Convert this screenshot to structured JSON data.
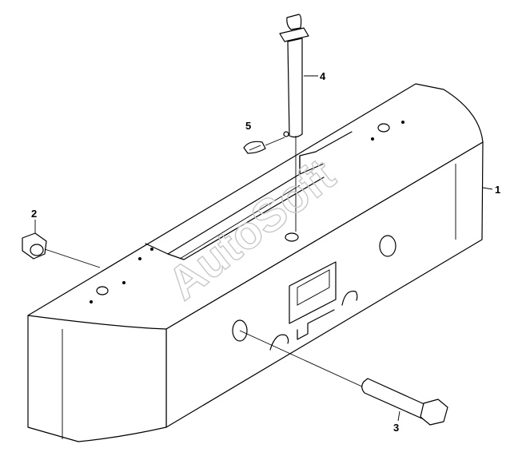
{
  "watermark": "AutoSoft",
  "callouts": [
    {
      "id": "1",
      "label": "1",
      "part": "counterweight"
    },
    {
      "id": "2",
      "label": "2",
      "part": "nut"
    },
    {
      "id": "3",
      "label": "3",
      "part": "bolt"
    },
    {
      "id": "4",
      "label": "4",
      "part": "pin"
    },
    {
      "id": "5",
      "label": "5",
      "part": "clip"
    }
  ],
  "colors": {
    "line": "#000000",
    "background": "#ffffff",
    "watermark": "#c8c8c8"
  }
}
